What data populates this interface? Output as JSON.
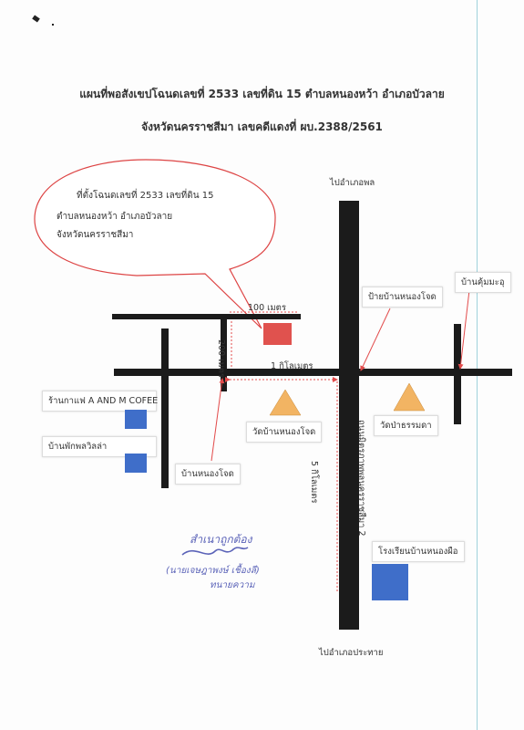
{
  "title": {
    "line1": "แผนที่พอสังเขปโฉนดเลขที่ 2533 เลขที่ดิน 15 ตำบลหนองหว้า อำเภอบัวลาย",
    "line2": "จังหวัดนครราชสีมา  เลขคดีแดงที่ ผบ.2388/2561"
  },
  "callout": {
    "line1": "ที่ตั้งโฉนดเลขที่ 2533 เลขที่ดิน 15",
    "line2": "ตำบลหนองหว้า อำเภอบัวลาย",
    "line3": "จังหวัดนครราชสีมา"
  },
  "labels": {
    "to_phon": "ไปอำเภอพล",
    "to_prathai": "ไปอำเภอประทาย",
    "dist_100m": "100 เมตร",
    "dist_200m": "200 เมตร",
    "dist_1km": "1 กิโลเมตร",
    "dist_5km": "5 กิโลเมตร",
    "highway": "ถนนมิตรภาพพลนครราชสีมา 2"
  },
  "places": {
    "sign_nong_chot": "ป้ายบ้านหนองโจด",
    "ban_khum_makhu": "บ้านคุ้มมะอุ",
    "cafe": "ร้านกาแฟ A AND M COFEE",
    "resort": "บ้านพักพลวิลล่า",
    "temple_nong_chot": "วัดบ้านหนองโจด",
    "temple_pa_thammada": "วัดป่าธรรมดา",
    "ban_nong_chot": "บ้านหนองโจด",
    "school": "โรงเรียนบ้านหนองผือ"
  },
  "stamp": {
    "certified": "สำเนาถูกต้อง",
    "name": "(นายเจษฎาพงษ์  เชื้องลี)",
    "role": "ทนายความ"
  },
  "colors": {
    "road": "#1b1b1b",
    "plot_marker": "#e0524e",
    "building": "#3f6ec9",
    "temple": "#f2b463",
    "arrow": "#e24b4b",
    "stamp_ink": "#5b63b8"
  },
  "icons": [
    "plot-marker",
    "temple-triangle-icon",
    "building-square-icon",
    "arrow-pointer"
  ]
}
